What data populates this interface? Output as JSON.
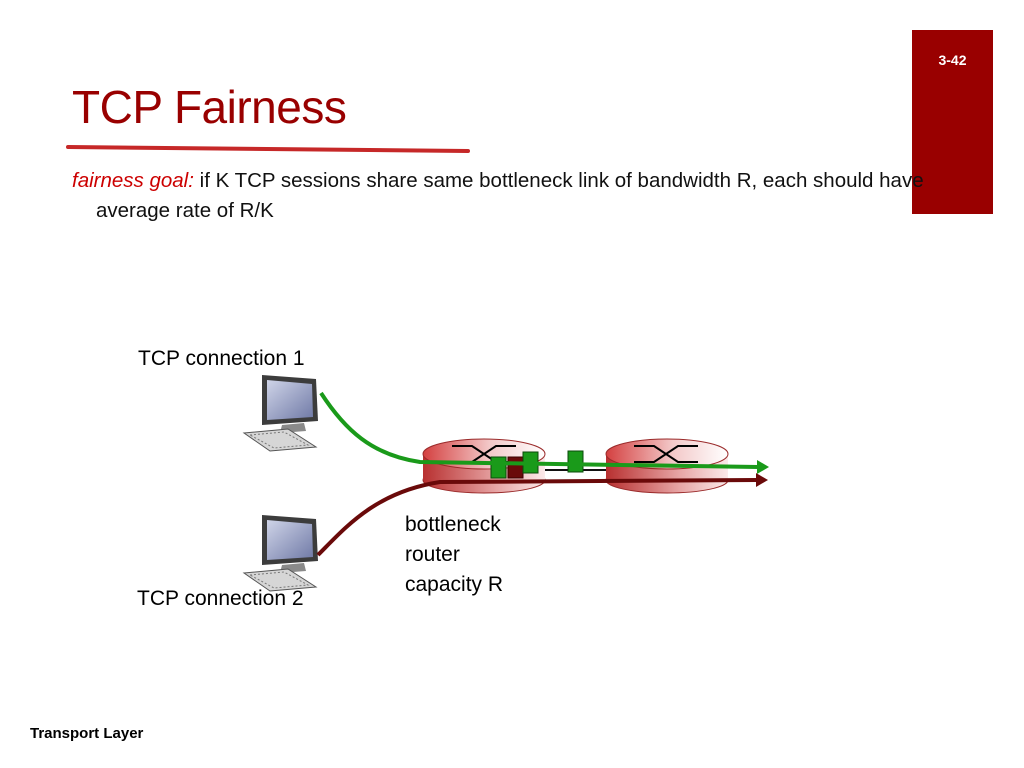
{
  "slide": {
    "number": "3-42",
    "title": "TCP Fairness",
    "bullet_lead": "fairness goal:",
    "bullet_text": " if K TCP sessions share same bottleneck link of bandwidth R, each should have average rate of R/K",
    "footer": "Transport Layer"
  },
  "diagram": {
    "connection1_label": "TCP connection 1",
    "connection2_label": "TCP connection 2",
    "router_label_lines": [
      "bottleneck",
      "router",
      "capacity R"
    ],
    "icons": [
      "computer-icon",
      "computer-icon",
      "router-icon",
      "router-icon",
      "packet-icon"
    ]
  },
  "colors": {
    "accent": "#990000",
    "connection1": "#1a9a1a",
    "connection2": "#6a0a0a",
    "router": "#c83a3a"
  }
}
